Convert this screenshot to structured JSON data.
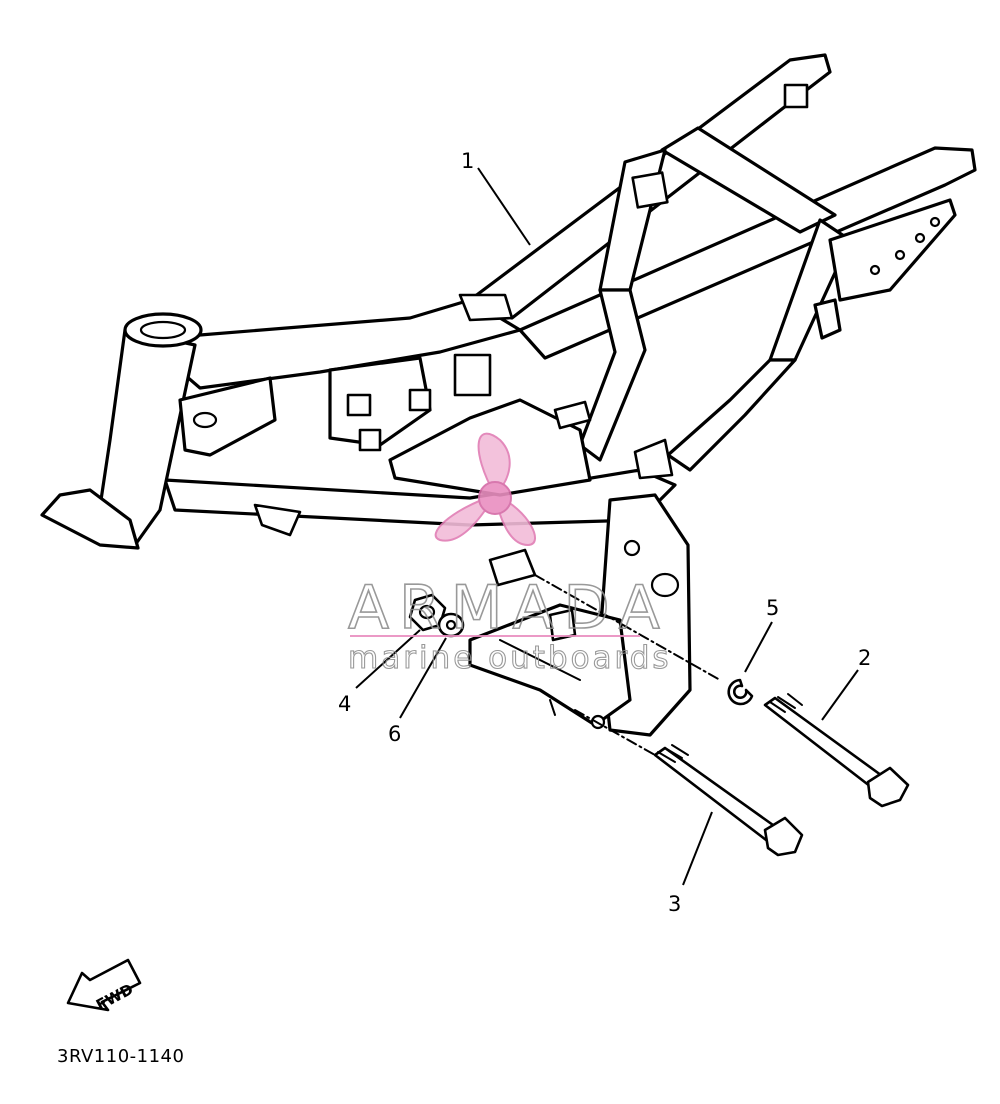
{
  "diagram": {
    "part_code": "3RV110-1140",
    "direction_label": "FWD",
    "callouts": [
      "1",
      "2",
      "3",
      "4",
      "5",
      "6"
    ]
  },
  "watermark": {
    "brand": "ARMADA",
    "tagline": "marine outboards",
    "color": "#e98fc0"
  }
}
